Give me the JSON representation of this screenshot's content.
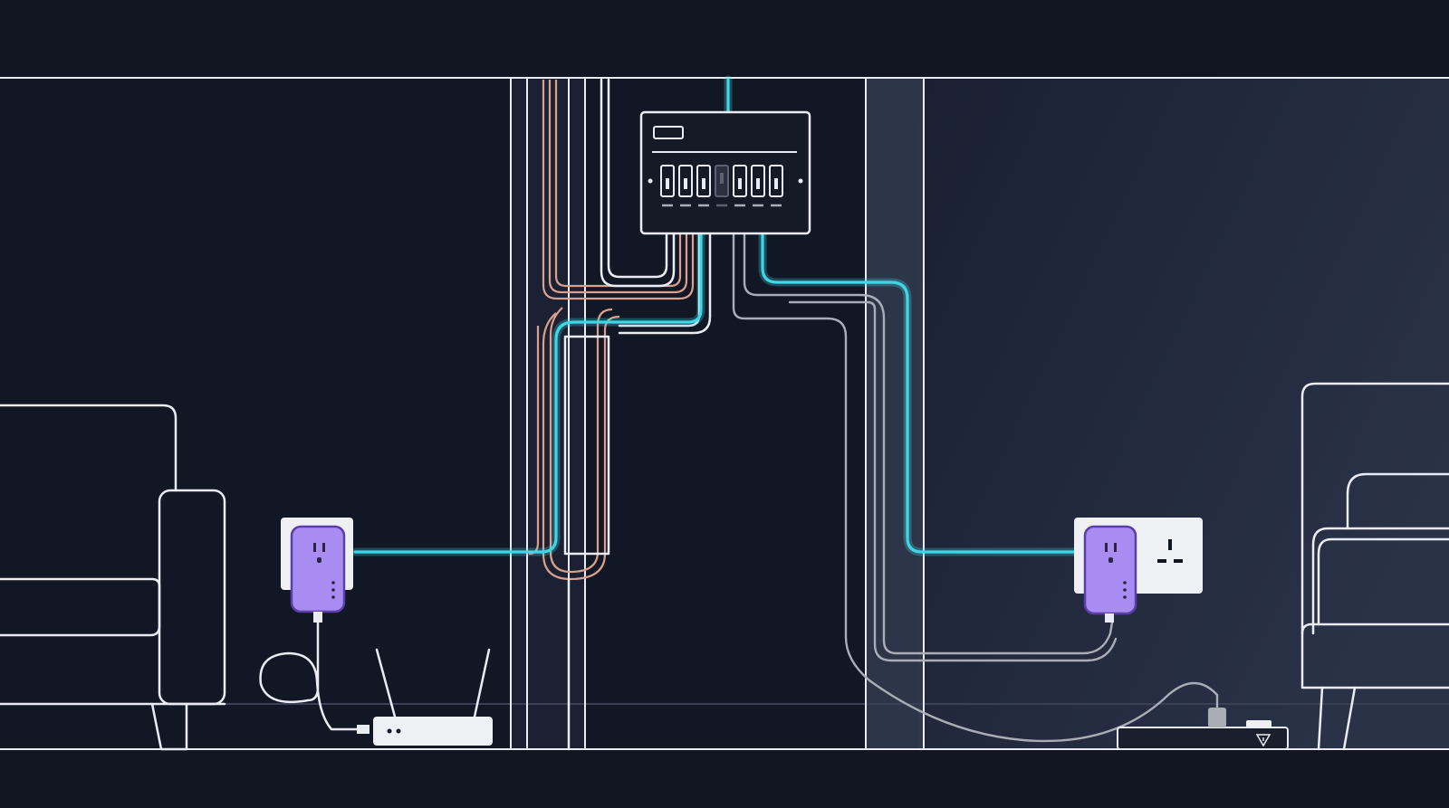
{
  "scene": {
    "elements": [
      "wall-cavity",
      "breaker-panel",
      "powerline-adapter-left",
      "powerline-adapter-right",
      "wifi-router",
      "power-strip",
      "armchair-left",
      "armchair-right"
    ]
  },
  "colors": {
    "background": "#121623",
    "room_left": "#121726",
    "room_right": "#20273a",
    "line": "#e9ecf2",
    "network_cable": "#3fd6e6",
    "copper_wiring": "#d9a08a",
    "power_cable": "#a9adb8",
    "adapter": "#a98cf2",
    "adapter_outline": "#5b3fa8",
    "outlet_plate": "#eef0f4"
  },
  "breaker_panel": {
    "breaker_count": 7,
    "switched_off_index": 3
  },
  "icons": {
    "warning": "warning-triangle-icon",
    "outlet": "socket-icon"
  }
}
